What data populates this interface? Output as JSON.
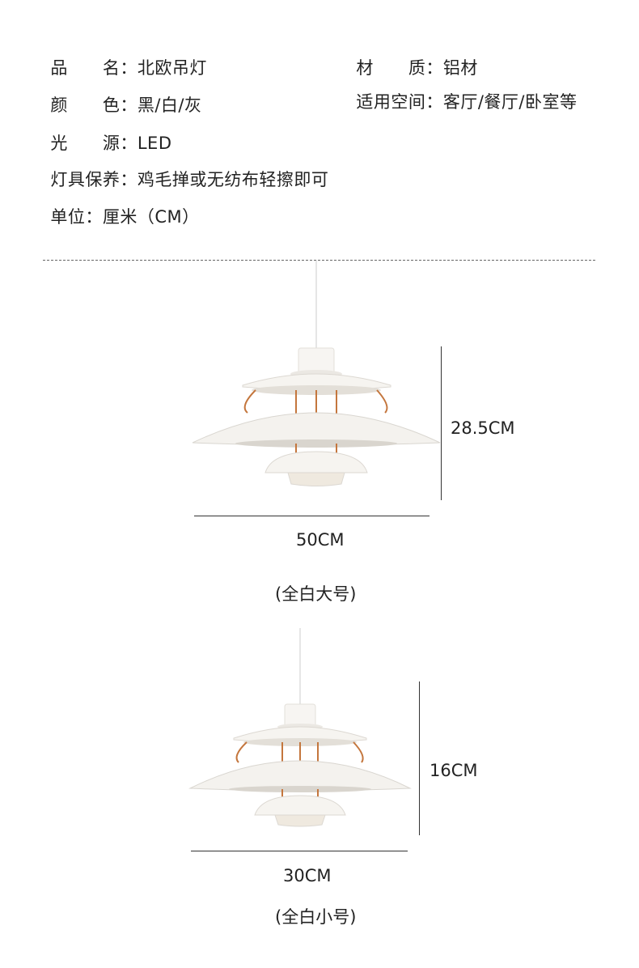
{
  "specs": {
    "name_label": "品　　名：",
    "name_value": "北欧吊灯",
    "material_label": "材　　质：",
    "material_value": "铝材",
    "color_label": "颜　　色：",
    "color_value": "黑/白/灰",
    "usage_label": "适用空间：",
    "usage_value": "客厅/餐厅/卧室等",
    "light_label": "光　　源：",
    "light_value": "LED",
    "care_label": "灯具保养：",
    "care_value": "鸡毛掸或无纺布轻擦即可",
    "unit_label": "单位：",
    "unit_value": "厘米（CM）"
  },
  "large": {
    "height": "28.5CM",
    "width": "50CM",
    "caption": "(全白大号)"
  },
  "small": {
    "height": "16CM",
    "width": "30CM",
    "caption": "(全白小号)"
  },
  "colors": {
    "shade": "#f4f2ee",
    "shade_shadow": "#d9d6d0",
    "copper": "#c4763d",
    "line": "#333333"
  }
}
